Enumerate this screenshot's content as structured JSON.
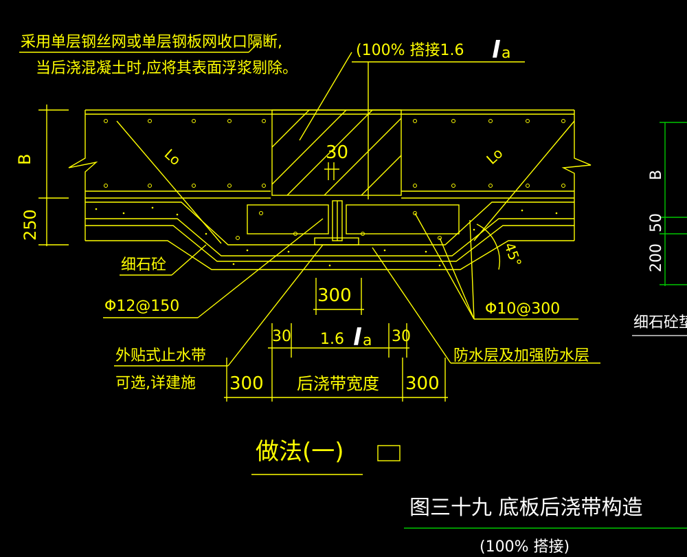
{
  "colors": {
    "background": "#000000",
    "line": "#ffff00",
    "detail": "#ffffff",
    "dimension": "#00c800"
  },
  "notes": {
    "mesh_line1": "采用单层钢丝网或单层钢板网收口隔断,",
    "mesh_line2": "当后浇混凝土时,应将其表面浮浆剔除。",
    "lap": "(100% 搭接1.6",
    "la_l": "l",
    "la_a": "a",
    "cover": "30",
    "lo_left": "Lo",
    "lo_right": "Lo",
    "angle": "45°"
  },
  "dimensions": {
    "b_left": "B",
    "d250": "250",
    "b_right": "B",
    "d200": "200",
    "d50": "50",
    "d300_center": "300",
    "d30_left": "30",
    "d16": "1.6",
    "d30_right": "30",
    "d300_left": "300",
    "band_width": "后浇带宽度",
    "d300_right": "300"
  },
  "labels": {
    "fine_concrete": "细石砼",
    "rebar12": "Φ12@150",
    "rebar10": "Φ10@300",
    "waterstop1": "外贴式止水带",
    "waterstop2": "可选,详建施",
    "waterproof": "防水层及加强防水层",
    "fine_concrete_pad": "细石砼垫"
  },
  "title": {
    "method": "做法(一)",
    "figure": "图三十九  底板后浇带构造",
    "sub": "(100% 搭接)"
  }
}
